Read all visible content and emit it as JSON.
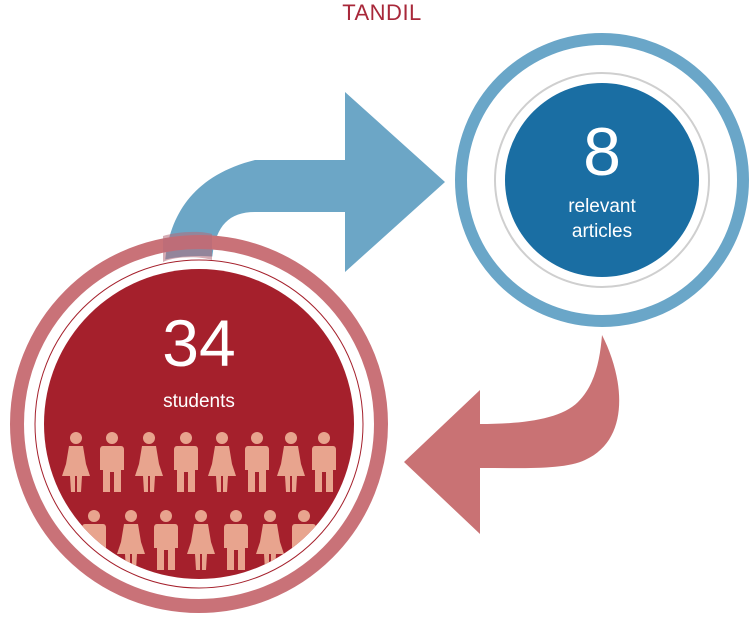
{
  "title": "TANDIL",
  "students": {
    "count": "34",
    "label": "students"
  },
  "articles": {
    "count": "8",
    "label_line1": "relevant",
    "label_line2": "articles"
  },
  "colors": {
    "title": "#a8283a",
    "blue_ring": "#6aa6c8",
    "blue_fill": "#1a6ea3",
    "blue_arrow": "#6ca6c6",
    "red_ring": "#c97278",
    "red_fill": "#a5202c",
    "red_arrow": "#c97274",
    "figure": "#e8a48e",
    "inner_ring": "#cfcfcf",
    "white": "#ffffff"
  },
  "icons": {
    "people": "person-icon"
  }
}
